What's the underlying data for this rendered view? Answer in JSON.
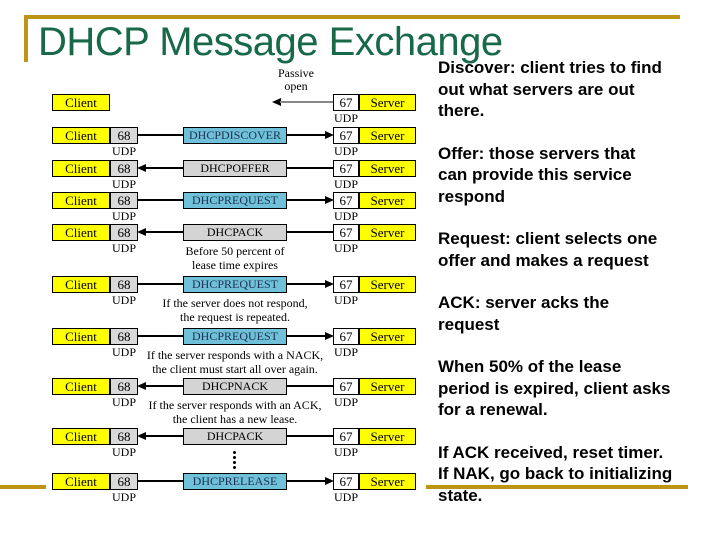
{
  "slide": {
    "title": "DHCP Message Exchange"
  },
  "colors": {
    "accent_gold": "#BD9413",
    "title_green": "#176948",
    "box_yellow": "#FFFF00",
    "msg_blue_bg": "#6EC1D9",
    "msg_blue_text": "#1F3050",
    "msg_gray_bg": "#D4D4D4",
    "port68_bg": "#D9D9D9",
    "port67_bg": "#FFFFFF",
    "passive_line_gray": "#888888"
  },
  "diagram": {
    "client_label": "Client",
    "server_label": "Server",
    "udp_label": "UDP",
    "client_port": "68",
    "server_port": "67",
    "rows": [
      {
        "kind": "passive",
        "label": "Passive\nopen"
      },
      {
        "kind": "msg",
        "message": "DHCPDISCOVER",
        "dir": "right",
        "variant": "blue"
      },
      {
        "kind": "msg",
        "message": "DHCPOFFER",
        "dir": "left",
        "variant": "gray"
      },
      {
        "kind": "msg",
        "message": "DHCPREQUEST",
        "dir": "right",
        "variant": "blue"
      },
      {
        "kind": "msg",
        "message": "DHCPACK",
        "dir": "left",
        "variant": "gray",
        "caption": "Before 50 percent of\nlease time expires"
      },
      {
        "kind": "msg",
        "message": "DHCPREQUEST",
        "dir": "right",
        "variant": "blue",
        "caption": "If the server does not respond,\nthe request is repeated."
      },
      {
        "kind": "msg",
        "message": "DHCPREQUEST",
        "dir": "right",
        "variant": "blue",
        "caption": "If the server responds with a NACK,\nthe client must start all over again."
      },
      {
        "kind": "msg",
        "message": "DHCPNACK",
        "dir": "left",
        "variant": "gray",
        "caption": "If the server responds with an ACK,\nthe client has a new lease."
      },
      {
        "kind": "msg",
        "message": "DHCPACK",
        "dir": "left",
        "variant": "gray",
        "dots_after": true
      },
      {
        "kind": "msg",
        "message": "DHCPRELEASE",
        "dir": "right",
        "variant": "blue"
      }
    ]
  },
  "notes": {
    "paragraphs": [
      "Discover: client tries to find\nout what servers are out\nthere.",
      "Offer: those servers that\ncan provide this service\nrespond",
      "Request: client selects one\noffer and makes a request",
      "ACK: server acks the\nrequest",
      "When 50% of the lease\nperiod is expired, client asks\nfor a renewal.",
      "If ACK received, reset timer.\nIf NAK, go back to initializing\nstate."
    ]
  }
}
